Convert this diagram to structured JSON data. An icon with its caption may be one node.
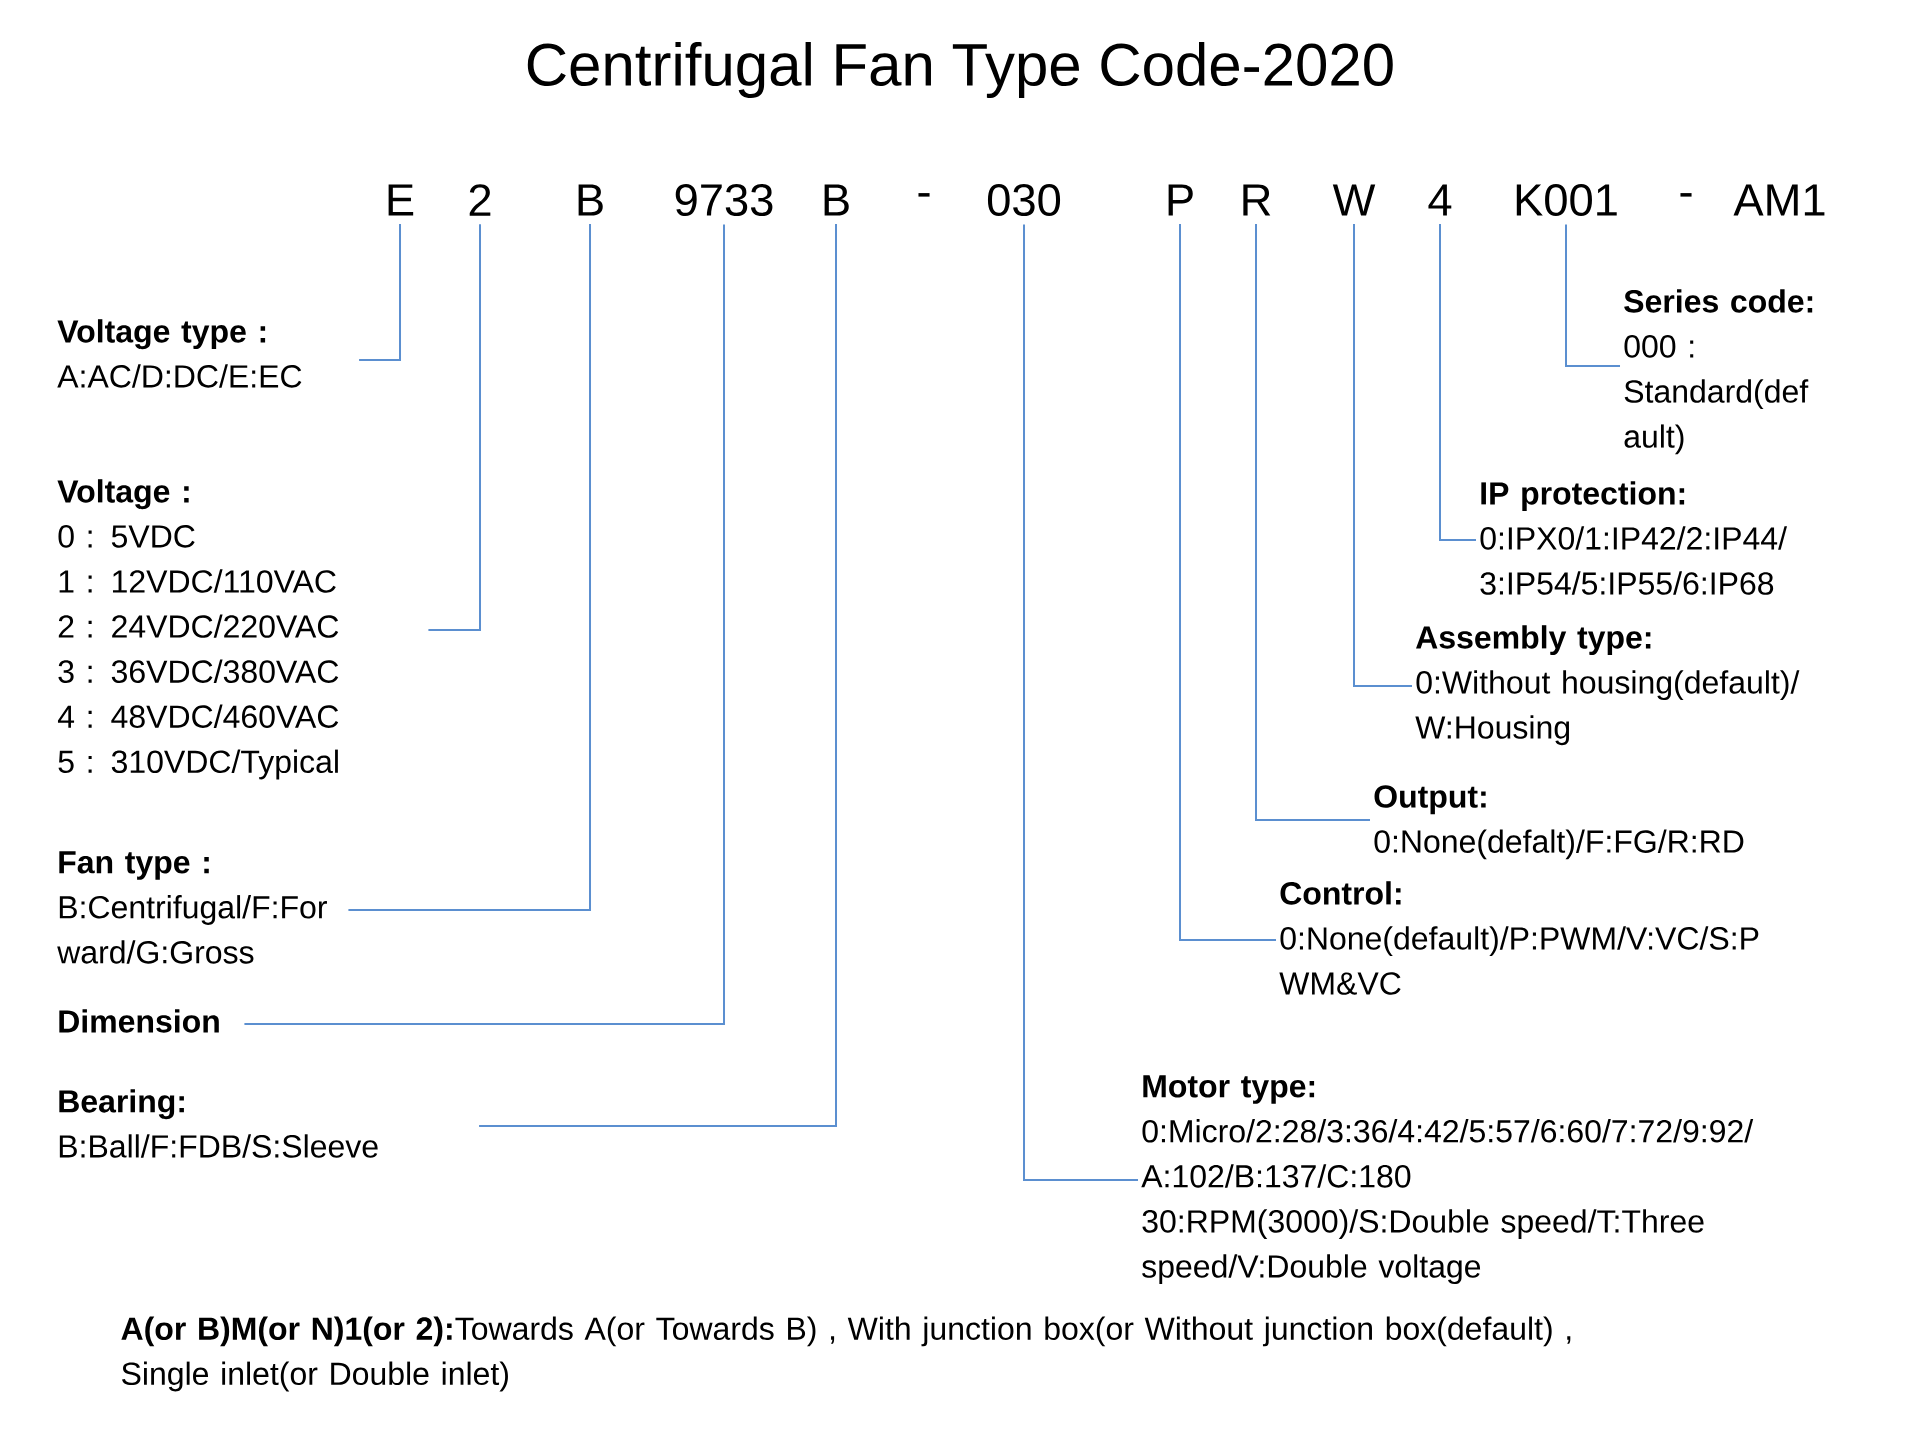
{
  "diagram": {
    "title": "Centrifugal Fan Type Code-2020",
    "nodes": [
      {
        "text": [
          "E"
        ]
      },
      {
        "text": [
          "2"
        ]
      },
      {
        "text": [
          "B"
        ]
      },
      {
        "text": [
          "9733"
        ]
      },
      {
        "text": [
          "B"
        ]
      },
      {
        "text": [
          "-"
        ]
      },
      {
        "text": [
          "030"
        ]
      },
      {
        "text": [
          "P"
        ]
      },
      {
        "text": [
          "R"
        ]
      },
      {
        "text": [
          "W"
        ]
      },
      {
        "text": [
          "4"
        ]
      },
      {
        "text": [
          "K001"
        ]
      },
      {
        "text": [
          "-"
        ]
      },
      {
        "text": [
          "AM1"
        ]
      },
      {
        "text": [
          "Voltage type :",
          "A:AC/D:DC/E:EC"
        ]
      },
      {
        "text": [
          "Voltage :",
          "0 : 5VDC",
          "1 : 12VDC/110VAC",
          "2 : 24VDC/220VAC",
          "3 : 36VDC/380VAC",
          "4 : 48VDC/460VAC",
          "5 : 310VDC/Typical"
        ]
      },
      {
        "text": [
          "Fan type :",
          "B:Centrifugal/F:For ward/G:Gross"
        ]
      },
      {
        "text": [
          "Dimension"
        ]
      },
      {
        "text": [
          "Bearing:",
          "B:Ball/F:FDB/S:Sleeve"
        ]
      },
      {
        "text": [
          "Series code:",
          "000 : Standard(def ault)"
        ]
      },
      {
        "text": [
          "IP protection:",
          "0:IPX0/1:IP42/2:IP44/ 3:IP54/5:IP55/6:IP68"
        ]
      },
      {
        "text": [
          "Assembly type:",
          "0:Without housing(default)/ W:Housing"
        ]
      },
      {
        "text": [
          "Output:",
          "0:None(defalt)/F:FG/R:RD"
        ]
      },
      {
        "text": [
          "Control:",
          "0:None(default)/P:PWM/V:VC/S:P WM&VC"
        ]
      },
      {
        "text": [
          "Motor type:",
          "0:Micro/2:28/3:36/4:42/5:57/6:60/7:72/9:92/ A:102/B:137/C:180",
          "30:RPM(3000)/S:Double speed/T:Three speed/V:Double voltage"
        ]
      }
    ],
    "edges": [
      {
        "from": 14,
        "to": 0,
        "arrow": "none"
      },
      {
        "from": 15,
        "to": 1,
        "arrow": "none"
      },
      {
        "from": 16,
        "to": 2,
        "arrow": "none"
      },
      {
        "from": 17,
        "to": 3,
        "arrow": "none"
      },
      {
        "from": 18,
        "to": 4,
        "arrow": "none"
      },
      {
        "from": 19,
        "to": 11,
        "arrow": "none"
      },
      {
        "from": 20,
        "to": 10,
        "arrow": "none"
      },
      {
        "from": 21,
        "to": 9,
        "arrow": "none"
      },
      {
        "from": 22,
        "to": 8,
        "arrow": "none"
      },
      {
        "from": 23,
        "to": 7,
        "arrow": "none"
      },
      {
        "from": 24,
        "to": 6,
        "arrow": "none"
      }
    ],
    "labels": [
      "**A(or B)M(or N)1(or 2):**Towards A(or Towards B) , With junction box(or Without junction box(default) , Single inlet(or Double inlet)"
    ]
  }
}
